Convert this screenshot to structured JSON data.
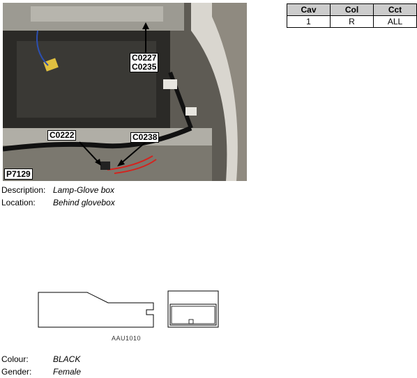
{
  "photo": {
    "ref": "P7129",
    "labels": {
      "upper": "C0227\nC0235",
      "left": "C0222",
      "right": "C0238"
    }
  },
  "description": {
    "label": "Description:",
    "value": "Lamp-Glove box"
  },
  "location": {
    "label": "Location:",
    "value": "Behind glovebox"
  },
  "table": {
    "headers": [
      "Cav",
      "Col",
      "Cct"
    ],
    "rows": [
      [
        "1",
        "R",
        "ALL"
      ]
    ]
  },
  "drawing_code": "AAU1010",
  "colour": {
    "label": "Colour:",
    "value": "BLACK"
  },
  "gender": {
    "label": "Gender:",
    "value": "Female"
  }
}
